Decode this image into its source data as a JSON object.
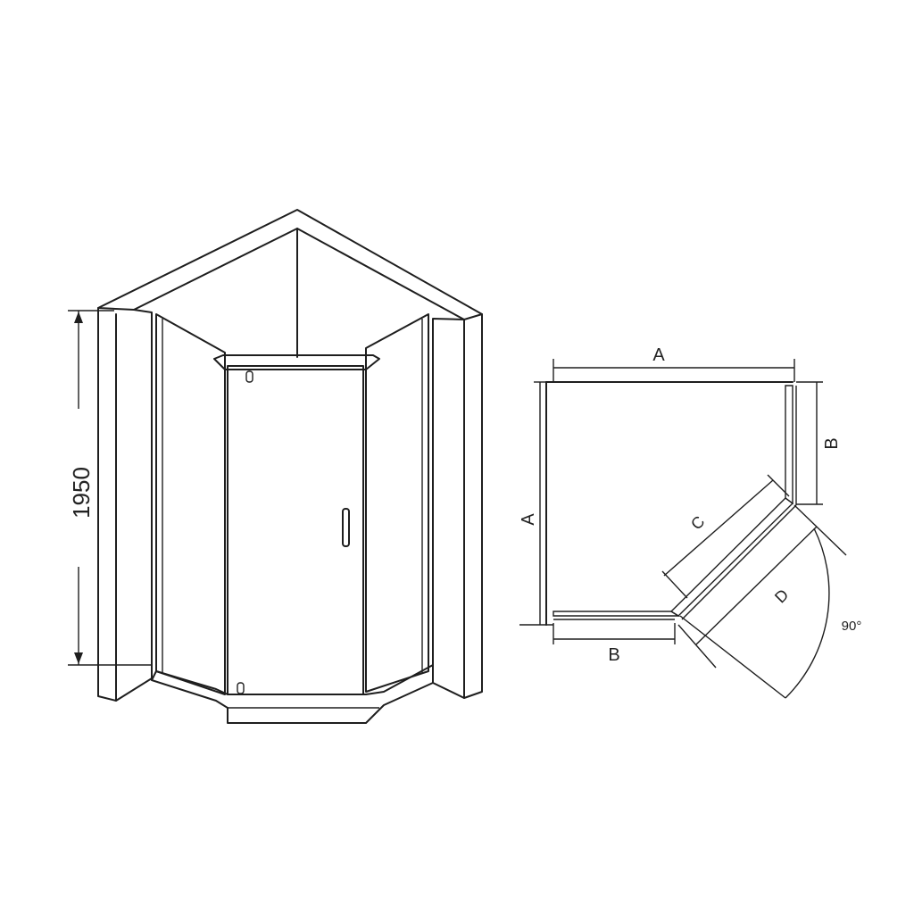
{
  "height_dimension": "1950",
  "plan_labels": {
    "a_top": "A",
    "a_left": "A",
    "b_right": "B",
    "b_bottom": "B",
    "c_diagonal": "C",
    "d_door": "D",
    "angle": "90°"
  },
  "colors": {
    "line": "#1e1e1e",
    "glass_light": "#eaf5fd",
    "glass_tint": "#a9d6f3",
    "glass_edge": "#8fcbe8"
  }
}
